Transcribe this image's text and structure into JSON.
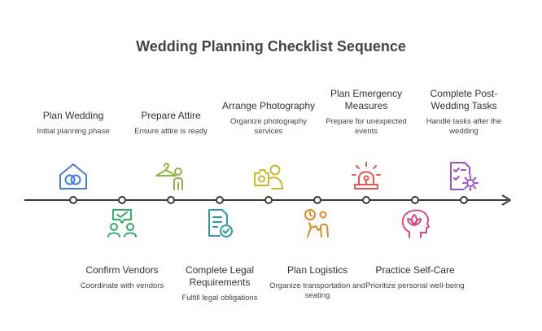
{
  "title": "Wedding Planning Checklist Sequence",
  "steps": [
    {
      "title": "Plan Wedding",
      "desc": "Initial planning phase",
      "icon": "rings-house-icon",
      "color": "#4a7bd4"
    },
    {
      "title": "Confirm Vendors",
      "desc": "Coordinate with vendors",
      "icon": "vendors-chat-icon",
      "color": "#35a86b"
    },
    {
      "title": "Prepare Attire",
      "desc": "Ensure attire is ready",
      "icon": "hanger-person-icon",
      "color": "#8bb540"
    },
    {
      "title": "Complete Legal Requirements",
      "desc": "Fulfill legal obligations",
      "icon": "document-check-icon",
      "color": "#2f9a9a"
    },
    {
      "title": "Arrange Photography",
      "desc": "Organize photography services",
      "icon": "camera-person-icon",
      "color": "#d1b52c"
    },
    {
      "title": "Plan Logistics",
      "desc": "Organize transportation and seating",
      "icon": "logistics-people-icon",
      "color": "#d98a2b"
    },
    {
      "title": "Plan Emergency Measures",
      "desc": "Prepare for unexpected events",
      "icon": "alarm-light-icon",
      "color": "#e0574f"
    },
    {
      "title": "Practice Self-Care",
      "desc": "Prioritize personal well-being",
      "icon": "lotus-head-icon",
      "color": "#d64a86"
    },
    {
      "title": "Complete Post-Wedding Tasks",
      "desc": "Handle tasks after the wedding",
      "icon": "checklist-gear-icon",
      "color": "#9a52c9"
    }
  ]
}
